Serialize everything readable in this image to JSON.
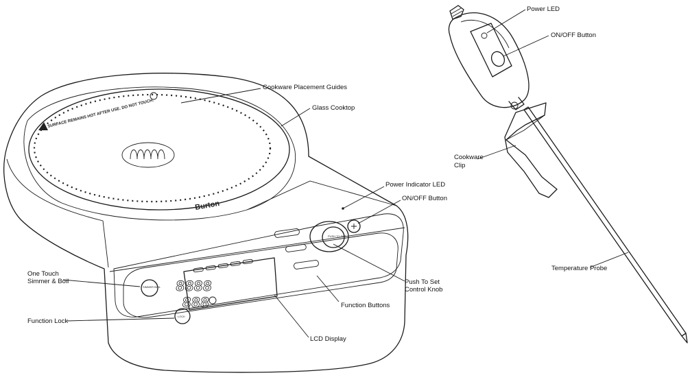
{
  "cooktop": {
    "brand": "Burton",
    "warning": "SURFACE REMAINS HOT AFTER USE. DO NOT TOUCH.",
    "buttons": {
      "lock": "LOCK",
      "simmer": "SIMMER BOIL",
      "knob": "PUSH TO SET"
    },
    "labels": {
      "placement_guides": "Cookware Placement Guides",
      "glass_cooktop": "Glass Cooktop",
      "power_led": "Power Indicator LED",
      "on_off": "ON/OFF Button",
      "simmer_line1": "One Touch",
      "simmer_line2": "Simmer & Boil",
      "function_lock": "Function Lock",
      "push_set_line1": "Push To Set",
      "push_set_line2": "Control Knob",
      "function_buttons": "Function Buttons",
      "lcd_display": "LCD Display"
    }
  },
  "probe": {
    "labels": {
      "power_led": "Power LED",
      "on_off": "ON/OFF Button",
      "clip_line1": "Cookware",
      "clip_line2": "Clip",
      "temp_probe": "Temperature Probe"
    }
  }
}
